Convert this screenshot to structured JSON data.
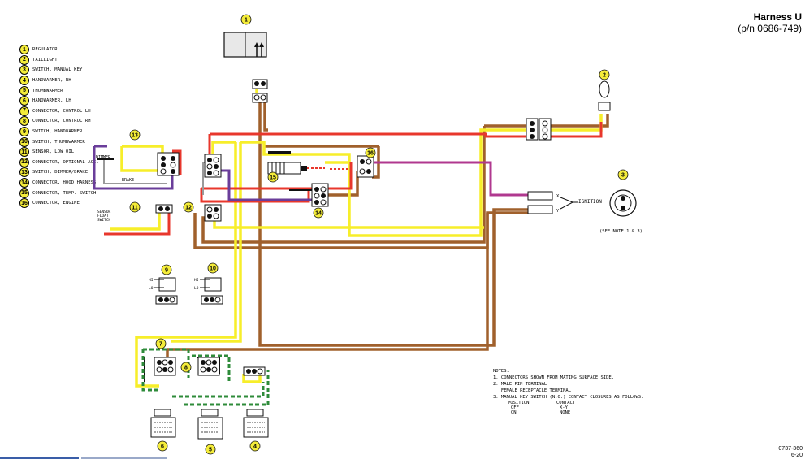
{
  "title": {
    "name": "Harness U",
    "part_number": "(p/n 0686-749)"
  },
  "legend": [
    {
      "num": "1",
      "label": "REGULATOR"
    },
    {
      "num": "2",
      "label": "TAILLIGHT"
    },
    {
      "num": "3",
      "label": "SWITCH, MANUAL KEY"
    },
    {
      "num": "4",
      "label": "HANDWARMER, RH"
    },
    {
      "num": "5",
      "label": "THUMBWARMER"
    },
    {
      "num": "6",
      "label": "HANDWARMER, LH"
    },
    {
      "num": "7",
      "label": "CONNECTOR, CONTROL LH"
    },
    {
      "num": "8",
      "label": "CONNECTOR, CONTROL RH"
    },
    {
      "num": "9",
      "label": "SWITCH, HANDWARMER"
    },
    {
      "num": "10",
      "label": "SWITCH, THUMBWARMER"
    },
    {
      "num": "11",
      "label": "SENSOR, LOW OIL"
    },
    {
      "num": "12",
      "label": "CONNECTOR, OPTIONAL ACC."
    },
    {
      "num": "13",
      "label": "SWITCH, DIMMER/BRAKE"
    },
    {
      "num": "14",
      "label": "CONNECTOR, HOOD HARNESS"
    },
    {
      "num": "15",
      "label": "CONNECTOR, TEMP. SWITCH"
    },
    {
      "num": "16",
      "label": "CONNECTOR, ENGINE"
    }
  ],
  "callouts": {
    "c1": "1",
    "c2": "2",
    "c3": "3",
    "c4": "4",
    "c5": "5",
    "c6": "6",
    "c7": "7",
    "c8": "8",
    "c9": "9",
    "c10": "10",
    "c11": "11",
    "c12": "12",
    "c13": "13",
    "c14": "14",
    "c15": "15",
    "c16": "16"
  },
  "labels": {
    "dimmer": "DIMMER",
    "brake": "BRAKE",
    "sensor": "SENSOR",
    "float": "FLOAT",
    "switch": "SWITCH",
    "ignition": "IGNITION",
    "x": "X",
    "y": "Y",
    "see_note": "(SEE NOTE 1 & 3)",
    "hi": "HI",
    "lo": "LO"
  },
  "notes": {
    "heading": "NOTES:",
    "n1": "1. CONNECTORS SHOWN FROM MATING SURFACE SIDE.",
    "n2a": "2.  MALE PIN TERMINAL",
    "n2b": "   FEMALE RECEPTACLE TERMINAL",
    "n3": "3. MANUAL KEY SWITCH (N.O.) CONTACT CLOSURES AS FOLLOWS:",
    "col1": "POSITION",
    "col2": "CONTACT",
    "r1c1": "OFF",
    "r1c2": "X-Y",
    "r2c1": "ON",
    "r2c2": "NONE"
  },
  "footer": {
    "code": "0737-360",
    "page": "6-20"
  },
  "colors": {
    "yellow": "#f7ee2a",
    "red": "#e8372c",
    "brown": "#a0602c",
    "purple": "#6a3d9a",
    "magenta": "#b0388f",
    "green": "#2e8b3a",
    "black": "#111111",
    "gray": "#9a9a9a"
  }
}
